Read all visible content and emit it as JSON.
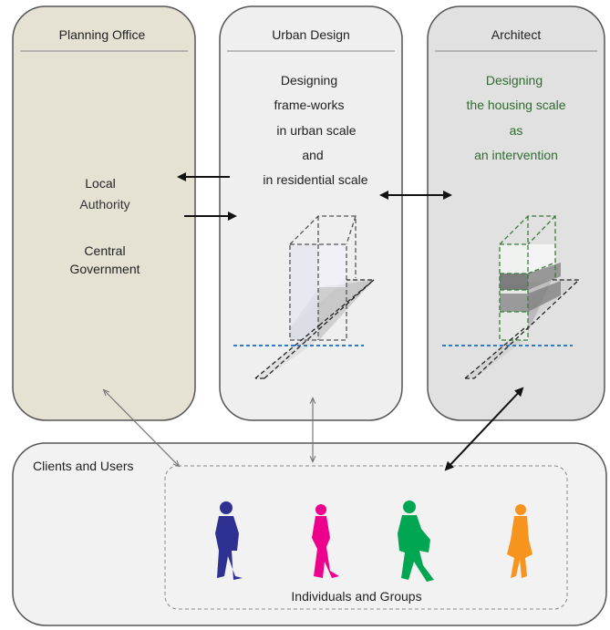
{
  "panels": {
    "planning": {
      "title": "Planning Office",
      "lines": [
        "Local",
        "Authority",
        "Central",
        "Government"
      ],
      "color": "#e5e1d3"
    },
    "urban": {
      "title": "Urban Design",
      "lines": [
        "Designing",
        "frame-works",
        "in urban scale",
        "and",
        "in residential scale"
      ],
      "color": "#efefef"
    },
    "architect": {
      "title": "Architect",
      "lines": [
        "Designing",
        "the housing scale",
        "as",
        "an intervention"
      ],
      "text_color": "#2f6b2f",
      "color": "#e1e1e1"
    }
  },
  "clients": {
    "title": "Clients and Users",
    "group_label": "Individuals and Groups"
  },
  "figures": [
    {
      "name": "walking-man",
      "color": "#2e3192"
    },
    {
      "name": "walking-woman",
      "color": "#ec008c"
    },
    {
      "name": "man-with-bag",
      "color": "#00a651"
    },
    {
      "name": "standing-woman",
      "color": "#f7941d"
    }
  ]
}
